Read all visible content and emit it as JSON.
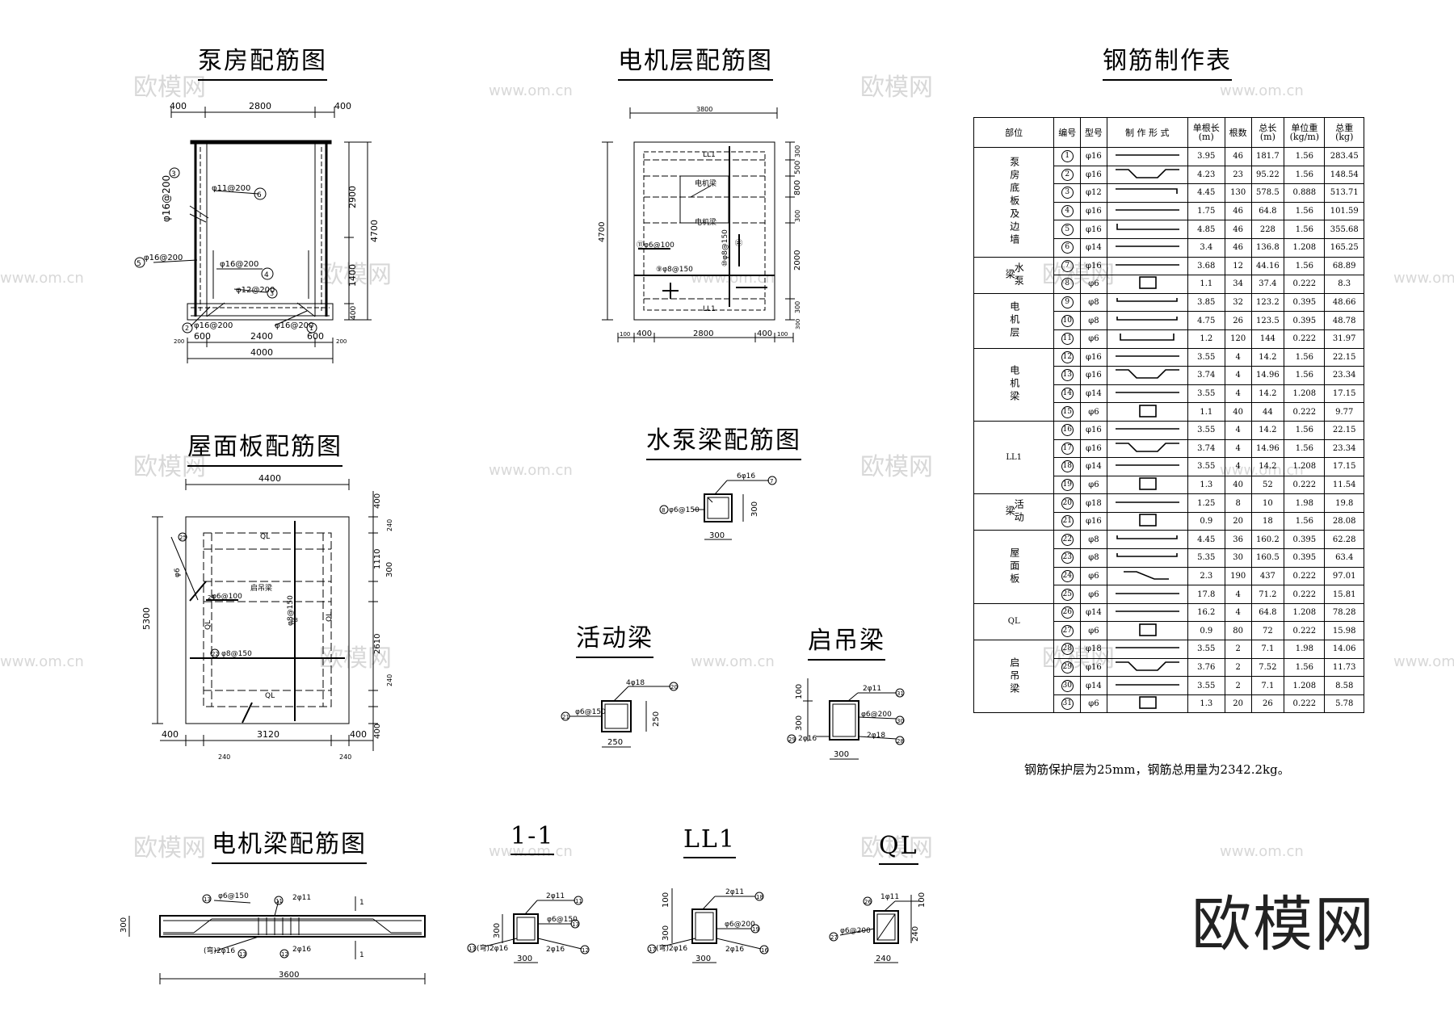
{
  "titles": {
    "pump_house": "泵房配筋图",
    "motor_floor": "电机层配筋图",
    "rebar_table": "钢筋制作表",
    "roof_slab": "屋面板配筋图",
    "pump_beam": "水泵梁配筋图",
    "movable_beam": "活动梁",
    "lifting_beam": "启吊梁",
    "motor_beam": "电机梁配筋图",
    "section_1_1": "1-1",
    "ll1": "LL1",
    "ql": "QL"
  },
  "watermarks": {
    "brand": "欧模网",
    "url": "www.om.cn"
  },
  "logo": "欧模网",
  "pump_house": {
    "dims_top": [
      "400",
      "2800",
      "400"
    ],
    "dims_right": [
      "2900",
      "1400",
      "400",
      "4700"
    ],
    "dims_bottom": [
      "600",
      "2400",
      "600",
      "4000",
      "200",
      "200"
    ],
    "labels": [
      "φ16@200",
      "φ11@200",
      "φ16@200",
      "φ16@200",
      "φ12@200",
      "φ16@200",
      "φ16@200"
    ],
    "markers": [
      "3",
      "6",
      "5",
      "4",
      "3",
      "2",
      "1"
    ]
  },
  "motor_floor": {
    "dims_top": [
      "3800"
    ],
    "dims_left": [
      "4700"
    ],
    "dims_right": [
      "300",
      "500",
      "800",
      "300",
      "2000",
      "300",
      "300"
    ],
    "dims_bottom": [
      "100",
      "400",
      "2800",
      "400",
      "100"
    ],
    "labels": [
      "LL1",
      "电机梁",
      "电机梁",
      "⑪φ6@100",
      "⑨φ8@150",
      "⑩φ8@150",
      "LL1",
      "⑪"
    ]
  },
  "roof_slab": {
    "dims_top": [
      "4400"
    ],
    "dims_left": [
      "5300"
    ],
    "dims_right": [
      "400",
      "240",
      "1110",
      "300",
      "2610",
      "240",
      "400"
    ],
    "dims_bottom": [
      "400",
      "3120",
      "400",
      "240",
      "240"
    ],
    "labels": [
      "QL",
      "启吊梁",
      "φ6@100",
      "φ6",
      "φ8@150",
      "φ8@150",
      "QL",
      "QL",
      "QL"
    ],
    "markers": [
      "25",
      "24",
      "23",
      "22"
    ]
  },
  "pump_beam": {
    "top": "6φ16",
    "stirrup": "φ6@150",
    "h": "300",
    "w": "300",
    "m_top": "7",
    "m_st": "8"
  },
  "movable_beam": {
    "top": "4φ18",
    "stirrup": "φ6@150",
    "h": "250",
    "w": "250",
    "m_top": "20",
    "m_st": "21"
  },
  "lifting_beam": {
    "top": "2φ11",
    "stirrup": "φ6@200",
    "bot1": "2φ16",
    "bot2": "2φ18",
    "h1": "100",
    "h2": "300",
    "w": "300",
    "m": [
      "31",
      "30",
      "29",
      "28"
    ]
  },
  "motor_beam": {
    "stirrup": "φ6@150",
    "top": "2φ11",
    "bent": "(弯)2φ16",
    "bot": "2φ16",
    "h": "300",
    "len": "3600",
    "sec": "1",
    "m": [
      "13",
      "13",
      "11",
      "12"
    ]
  },
  "section_1_1": {
    "top": "2φ11",
    "stirrup": "φ6@150",
    "bent": "(弯)2φ16",
    "bot": "2φ16",
    "h": "300",
    "w": "300",
    "m": [
      "11",
      "13",
      "13",
      "12"
    ]
  },
  "ll1_sec": {
    "top": "2φ11",
    "stirrup": "φ6@200",
    "bent": "(弯)2φ16",
    "bot": "2φ16",
    "h1": "100",
    "h2": "300",
    "w": "300",
    "m": [
      "18",
      "19",
      "17",
      "16"
    ]
  },
  "ql_sec": {
    "top": "1φ11",
    "stirrup": "φ6@200",
    "h1": "100",
    "h2": "240",
    "w": "240",
    "m": [
      "26",
      "27"
    ]
  },
  "table": {
    "headers": [
      "部位",
      "编号",
      "型号",
      "制 作 形 式",
      "单根长\n(m)",
      "根数",
      "总长\n(m)",
      "单位重\n(kg/m)",
      "总重\n(kg)"
    ],
    "groups": [
      {
        "part": "泵房底板及边墙",
        "rows": [
          {
            "no": "1",
            "type": "φ16",
            "shape": "line",
            "len": "3.95",
            "qty": "46",
            "total": "181.7",
            "unit": "1.56",
            "weight": "283.45"
          },
          {
            "no": "2",
            "type": "φ16",
            "shape": "bent",
            "len": "4.23",
            "qty": "23",
            "total": "95.22",
            "unit": "1.56",
            "weight": "148.54"
          },
          {
            "no": "3",
            "type": "φ12",
            "shape": "hookR",
            "len": "4.45",
            "qty": "130",
            "total": "578.5",
            "unit": "0.888",
            "weight": "513.71"
          },
          {
            "no": "4",
            "type": "φ16",
            "shape": "line",
            "len": "1.75",
            "qty": "46",
            "total": "64.8",
            "unit": "1.56",
            "weight": "101.59"
          },
          {
            "no": "5",
            "type": "φ16",
            "shape": "hookL",
            "len": "4.85",
            "qty": "46",
            "total": "228",
            "unit": "1.56",
            "weight": "355.68"
          },
          {
            "no": "6",
            "type": "φ14",
            "shape": "line",
            "len": "3.4",
            "qty": "46",
            "total": "136.8",
            "unit": "1.208",
            "weight": "165.25"
          }
        ]
      },
      {
        "part": "水泵梁",
        "rows": [
          {
            "no": "7",
            "type": "φ16",
            "shape": "line",
            "len": "3.68",
            "qty": "12",
            "total": "44.16",
            "unit": "1.56",
            "weight": "68.89"
          },
          {
            "no": "8",
            "type": "φ6",
            "shape": "stirrup",
            "len": "1.1",
            "qty": "34",
            "total": "37.4",
            "unit": "0.222",
            "weight": "8.3"
          }
        ]
      },
      {
        "part": "电机层",
        "rows": [
          {
            "no": "9",
            "type": "φ8",
            "shape": "hooks",
            "len": "3.85",
            "qty": "32",
            "total": "123.2",
            "unit": "0.395",
            "weight": "48.66"
          },
          {
            "no": "10",
            "type": "φ8",
            "shape": "hooks",
            "len": "4.75",
            "qty": "26",
            "total": "123.5",
            "unit": "0.395",
            "weight": "48.78"
          },
          {
            "no": "11",
            "type": "φ6",
            "shape": "ubar",
            "len": "1.2",
            "qty": "120",
            "total": "144",
            "unit": "0.222",
            "weight": "31.97"
          }
        ]
      },
      {
        "part": "电机梁",
        "rows": [
          {
            "no": "12",
            "type": "φ16",
            "shape": "line",
            "len": "3.55",
            "qty": "4",
            "total": "14.2",
            "unit": "1.56",
            "weight": "22.15"
          },
          {
            "no": "13",
            "type": "φ16",
            "shape": "bent",
            "len": "3.74",
            "qty": "4",
            "total": "14.96",
            "unit": "1.56",
            "weight": "23.34"
          },
          {
            "no": "14",
            "type": "φ14",
            "shape": "line",
            "len": "3.55",
            "qty": "4",
            "total": "14.2",
            "unit": "1.208",
            "weight": "17.15"
          },
          {
            "no": "15",
            "type": "φ6",
            "shape": "stirrup",
            "len": "1.1",
            "qty": "40",
            "total": "44",
            "unit": "0.222",
            "weight": "9.77"
          }
        ]
      },
      {
        "part": "LL1",
        "rows": [
          {
            "no": "16",
            "type": "φ16",
            "shape": "line",
            "len": "3.55",
            "qty": "4",
            "total": "14.2",
            "unit": "1.56",
            "weight": "22.15"
          },
          {
            "no": "17",
            "type": "φ16",
            "shape": "bent",
            "len": "3.74",
            "qty": "4",
            "total": "14.96",
            "unit": "1.56",
            "weight": "23.34"
          },
          {
            "no": "18",
            "type": "φ14",
            "shape": "line",
            "len": "3.55",
            "qty": "4",
            "total": "14.2",
            "unit": "1.208",
            "weight": "17.15"
          },
          {
            "no": "19",
            "type": "φ6",
            "shape": "stirrup",
            "len": "1.3",
            "qty": "40",
            "total": "52",
            "unit": "0.222",
            "weight": "11.54"
          }
        ]
      },
      {
        "part": "活动梁",
        "rows": [
          {
            "no": "20",
            "type": "φ18",
            "shape": "line",
            "len": "1.25",
            "qty": "8",
            "total": "10",
            "unit": "1.98",
            "weight": "19.8"
          },
          {
            "no": "21",
            "type": "φ16",
            "shape": "stirrup",
            "len": "0.9",
            "qty": "20",
            "total": "18",
            "unit": "1.56",
            "weight": "28.08"
          }
        ]
      },
      {
        "part": "屋面板",
        "rows": [
          {
            "no": "22",
            "type": "φ8",
            "shape": "hooks",
            "len": "4.45",
            "qty": "36",
            "total": "160.2",
            "unit": "0.395",
            "weight": "62.28"
          },
          {
            "no": "23",
            "type": "φ8",
            "shape": "hooks",
            "len": "5.35",
            "qty": "30",
            "total": "160.5",
            "unit": "0.395",
            "weight": "63.4"
          },
          {
            "no": "24",
            "type": "φ6",
            "shape": "zbar",
            "len": "2.3",
            "qty": "190",
            "total": "437",
            "unit": "0.222",
            "weight": "97.01"
          },
          {
            "no": "25",
            "type": "φ6",
            "shape": "line",
            "len": "17.8",
            "qty": "4",
            "total": "71.2",
            "unit": "0.222",
            "weight": "15.81"
          }
        ]
      },
      {
        "part": "QL",
        "rows": [
          {
            "no": "26",
            "type": "φ14",
            "shape": "line",
            "len": "16.2",
            "qty": "4",
            "total": "64.8",
            "unit": "1.208",
            "weight": "78.28"
          },
          {
            "no": "27",
            "type": "φ6",
            "shape": "stirrup",
            "len": "0.9",
            "qty": "80",
            "total": "72",
            "unit": "0.222",
            "weight": "15.98"
          }
        ]
      },
      {
        "part": "启吊梁",
        "rows": [
          {
            "no": "28",
            "type": "φ18",
            "shape": "line",
            "len": "3.55",
            "qty": "2",
            "total": "7.1",
            "unit": "1.98",
            "weight": "14.06"
          },
          {
            "no": "29",
            "type": "φ16",
            "shape": "bent",
            "len": "3.76",
            "qty": "2",
            "total": "7.52",
            "unit": "1.56",
            "weight": "11.73"
          },
          {
            "no": "30",
            "type": "φ14",
            "shape": "line",
            "len": "3.55",
            "qty": "2",
            "total": "7.1",
            "unit": "1.208",
            "weight": "8.58"
          },
          {
            "no": "31",
            "type": "φ6",
            "shape": "stirrup",
            "len": "1.3",
            "qty": "20",
            "total": "26",
            "unit": "0.222",
            "weight": "5.78"
          }
        ]
      }
    ]
  },
  "note": "钢筋保护层为25mm，钢筋总用量为2342.2kg。"
}
